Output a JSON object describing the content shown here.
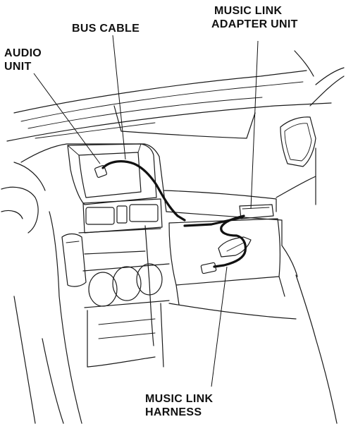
{
  "labels": {
    "bus_cable": "BUS CABLE",
    "audio_unit": [
      "AUDIO",
      "UNIT"
    ],
    "music_link_adapter_unit": [
      "MUSIC LINK",
      "ADAPTER UNIT"
    ],
    "music_link_harness": [
      "MUSIC LINK",
      "HARNESS"
    ]
  }
}
